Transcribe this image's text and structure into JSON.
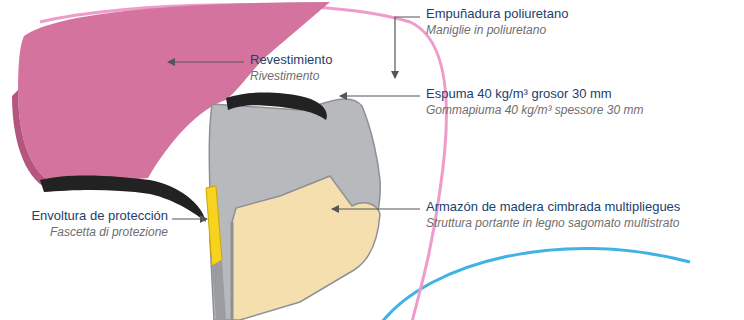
{
  "diagram": {
    "labels": [
      "Revestimiento",
      "Rivestimento",
      "Empuñadura poliuretano",
      "Maniglie in poliuretano",
      "Espuma 40 kg/m³ grosor 30 mm",
      "Gommapiuma 40 kg/m³ spessore 30 mm",
      "Envoltura de protección",
      "Fascetta di protezione",
      "Armazón de madera cimbrada multipliegues",
      "Struttura portante in legno sagomato multistrato"
    ]
  }
}
